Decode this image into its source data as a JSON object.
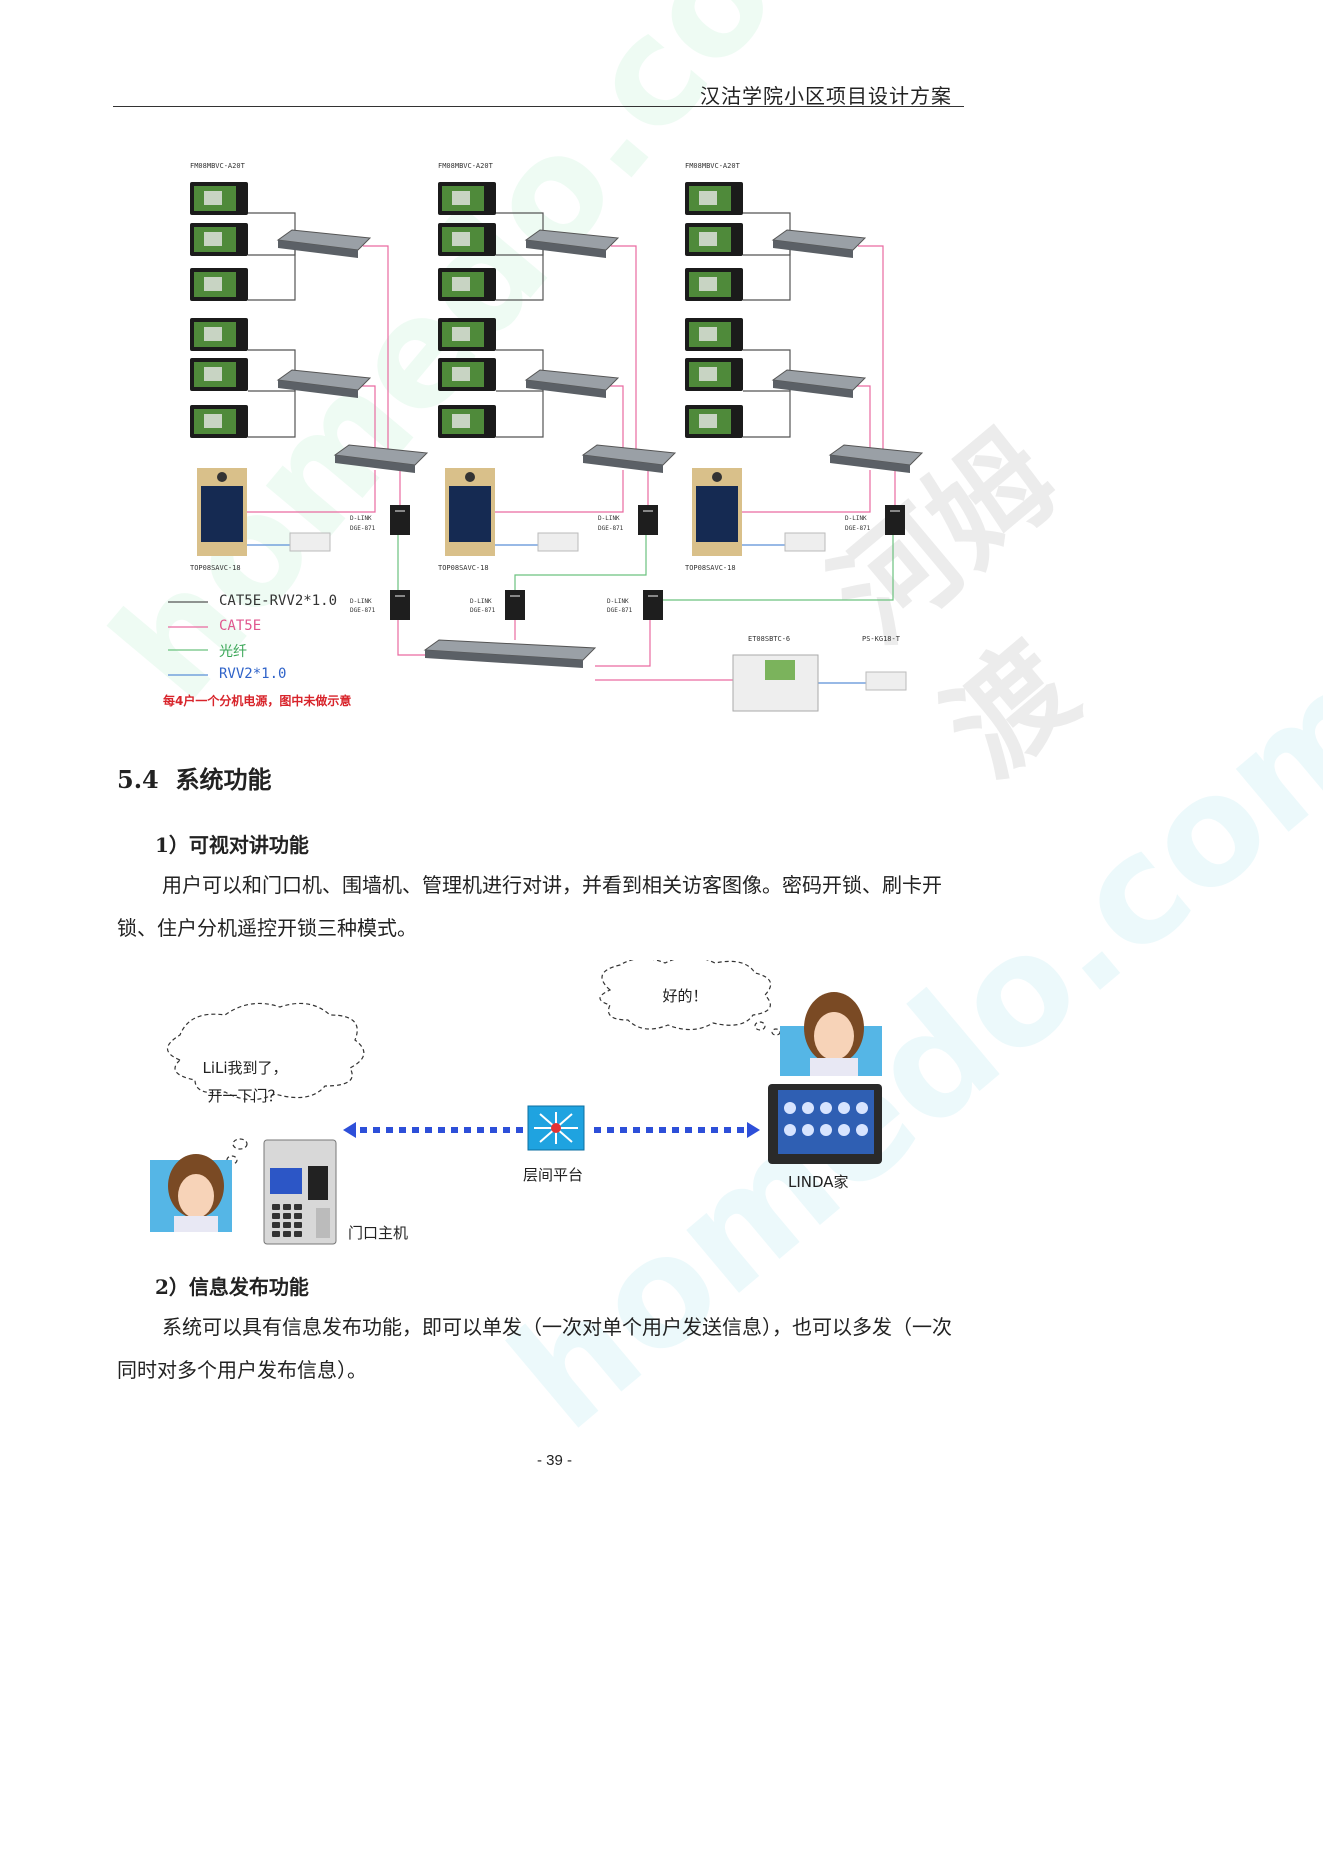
{
  "header": {
    "title": "汉沽学院小区项目设计方案"
  },
  "diagram": {
    "monitor_model": "FM08MBVC-A20T",
    "outdoor_model": "TOP08SAVC-18",
    "converter_label_top": "D-LINK",
    "converter_label_bottom": "DGE-871",
    "guard_model": "ET08SBTC-6",
    "psu_model": "PS-KG18-T",
    "legend": [
      {
        "label": "CAT5E-RVV2*1.0",
        "color": "#555555"
      },
      {
        "label": "CAT5E",
        "color": "#e0568e"
      },
      {
        "label": "光纤",
        "color": "#3aa657"
      },
      {
        "label": "RVV2*1.0",
        "color": "#2f63c9"
      }
    ],
    "note": "每4户一个分机电源，图中未做示意",
    "colors": {
      "pink": "#e96aa0",
      "green": "#6cc27f",
      "blue": "#5b8fd8",
      "gray": "#555555",
      "red": "#d8242b"
    }
  },
  "section": {
    "number": "5.4",
    "title": "系统功能"
  },
  "items": [
    {
      "title": "1）可视对讲功能",
      "text": "用户可以和门口机、围墙机、管理机进行对讲，并看到相关访客图像。密码开锁、刷卡开锁、住户分机遥控开锁三种模式。"
    },
    {
      "title": "2）信息发布功能",
      "text": "系统可以具有信息发布功能，即可以单发（一次对单个用户发送信息），也可以多发（一次同时对多个用户发布信息）。"
    }
  ],
  "illustration": {
    "bubble_right": "好的！",
    "bubble_left_line1": "LiLi我到了，",
    "bubble_left_line2": "开一下门？",
    "label_door": "门口主机",
    "label_floor": "层间平台",
    "label_home": "LINDA家"
  },
  "watermark": {
    "text1": "homedo.com",
    "text2": "河姆渡"
  },
  "page_number": "- 39 -"
}
